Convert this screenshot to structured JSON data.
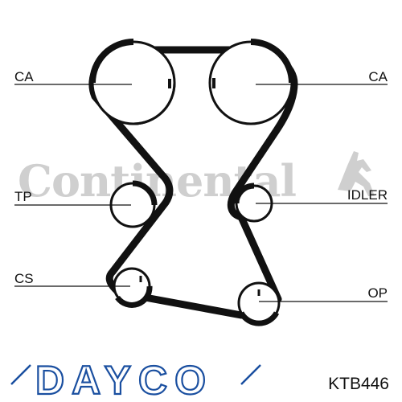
{
  "watermark": {
    "text": "Continental",
    "color": "#cfcfcf",
    "icon": "horse-logo-icon"
  },
  "labels": {
    "ca_left": "CA",
    "ca_right": "CA",
    "tp": "TP",
    "idler": "IDLER",
    "cs": "CS",
    "op": "OP"
  },
  "brand": {
    "logo": "DAYCO",
    "color": "#1a4fa0"
  },
  "part_number": "KTB446",
  "colors": {
    "belt": "#111111",
    "line": "#111111"
  }
}
